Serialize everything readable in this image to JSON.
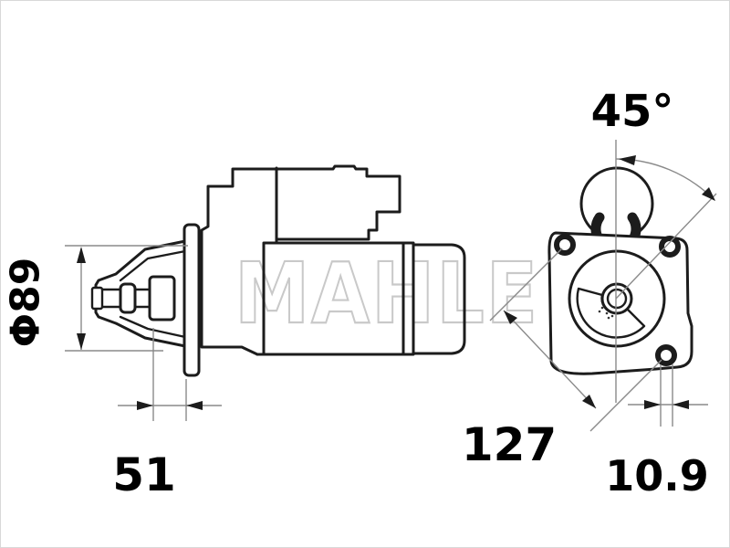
{
  "drawing": {
    "subject": "Starter motor technical drawing: side view (left) and drive-end flange view (right)",
    "watermark": "MAHLE",
    "dimensions": {
      "housing_diameter": "Φ89",
      "pinion_projection": "51",
      "flange_diagonal": "127",
      "bolt_hole_diameter": "10.9",
      "mounting_angle": "45°"
    },
    "colors": {
      "outline": "#1c1c1c",
      "dimension_line": "#8a8a8a",
      "label": "#000000",
      "watermark_stroke": "#c9c9c9",
      "background": "#ffffff"
    }
  }
}
